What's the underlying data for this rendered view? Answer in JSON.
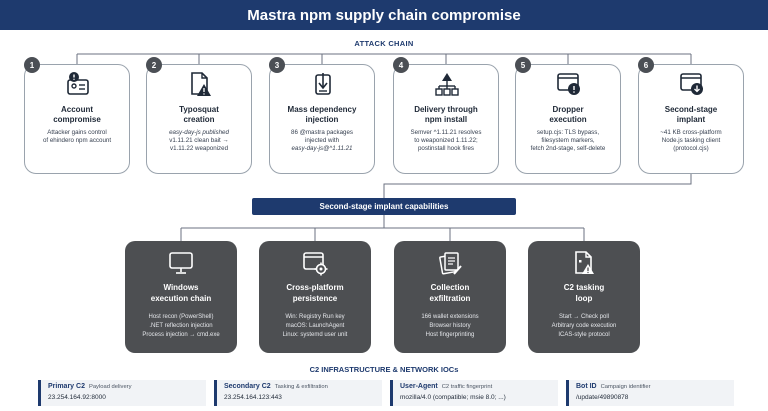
{
  "title": "Mastra npm supply chain compromise",
  "attack_chain_label": "ATTACK CHAIN",
  "steps": [
    {
      "num": "1",
      "title_l1": "Account",
      "title_l2": "compromise",
      "desc_l1": "Attacker gains control",
      "desc_l2": "of ehindero npm account",
      "desc_l3": "",
      "icon": "id-card-alert-icon"
    },
    {
      "num": "2",
      "title_l1": "Typosquat",
      "title_l2": "creation",
      "desc_l1": "easy-day-js published",
      "desc_l2": "v1.11.21 clean bait →",
      "desc_l3": "v1.11.22 weaponized",
      "icon": "document-warning-icon"
    },
    {
      "num": "3",
      "title_l1": "Mass dependency",
      "title_l2": "injection",
      "desc_l1": "86 @mastra packages",
      "desc_l2": "injected with",
      "desc_l3": "easy-day-js@^1.11.21",
      "icon": "injection-arrow-icon"
    },
    {
      "num": "4",
      "title_l1": "Delivery through",
      "title_l2": "npm install",
      "desc_l1": "Semver ^1.11.21 resolves",
      "desc_l2": "to weaponized 1.11.22;",
      "desc_l3": "postinstall hook fires",
      "icon": "dependency-tree-icon"
    },
    {
      "num": "5",
      "title_l1": "Dropper",
      "title_l2": "execution",
      "desc_l1": "setup.cjs: TLS bypass,",
      "desc_l2": "filesystem markers,",
      "desc_l3": "fetch 2nd-stage, self-delete",
      "icon": "window-alert-icon"
    },
    {
      "num": "6",
      "title_l1": "Second-stage",
      "title_l2": "implant",
      "desc_l1": "~41 KB cross-platform",
      "desc_l2": "Node.js tasking client",
      "desc_l3": "(protocol.cjs)",
      "icon": "window-download-icon"
    }
  ],
  "capabilities_label": "Second-stage implant capabilities",
  "capabilities": [
    {
      "title_l1": "Windows",
      "title_l2": "execution chain",
      "desc_l1": "Host recon (PowerShell)",
      "desc_l2": ".NET reflection injection",
      "desc_l3": "Process injection → cmd.exe",
      "icon": "monitor-icon"
    },
    {
      "title_l1": "Cross-platform",
      "title_l2": "persistence",
      "desc_l1": "Win: Registry Run key",
      "desc_l2": "macOS: LaunchAgent",
      "desc_l3": "Linux: systemd user unit",
      "icon": "window-gear-icon"
    },
    {
      "title_l1": "Collection",
      "title_l2": "exfiltration",
      "desc_l1": "166 wallet extensions",
      "desc_l2": "Browser history",
      "desc_l3": "Host fingerprinting",
      "icon": "documents-pen-icon"
    },
    {
      "title_l1": "C2 tasking",
      "title_l2": "loop",
      "desc_l1": "Start → Check poll",
      "desc_l2": "Arbitrary code execution",
      "desc_l3": "ICAS-style protocol",
      "icon": "file-alert-icon"
    }
  ],
  "ioc_section_label": "C2 INFRASTRUCTURE & NETWORK IOCs",
  "iocs": [
    {
      "label": "Primary C2",
      "sub": "Payload delivery",
      "value": "23.254.164.92:8000"
    },
    {
      "label": "Secondary C2",
      "sub": "Tasking & exfiltration",
      "value": "23.254.164.123:443"
    },
    {
      "label": "User-Agent",
      "sub": "C2 traffic fingerprint",
      "value": "mozilla/4.0 (compatible; msie 8.0; ...)"
    },
    {
      "label": "Bot ID",
      "sub": "Campaign identifier",
      "value": "/update/49890878"
    }
  ],
  "colors": {
    "navy": "#1e3a6e",
    "dark_card": "#4d4f52",
    "line": "#6b7280"
  }
}
